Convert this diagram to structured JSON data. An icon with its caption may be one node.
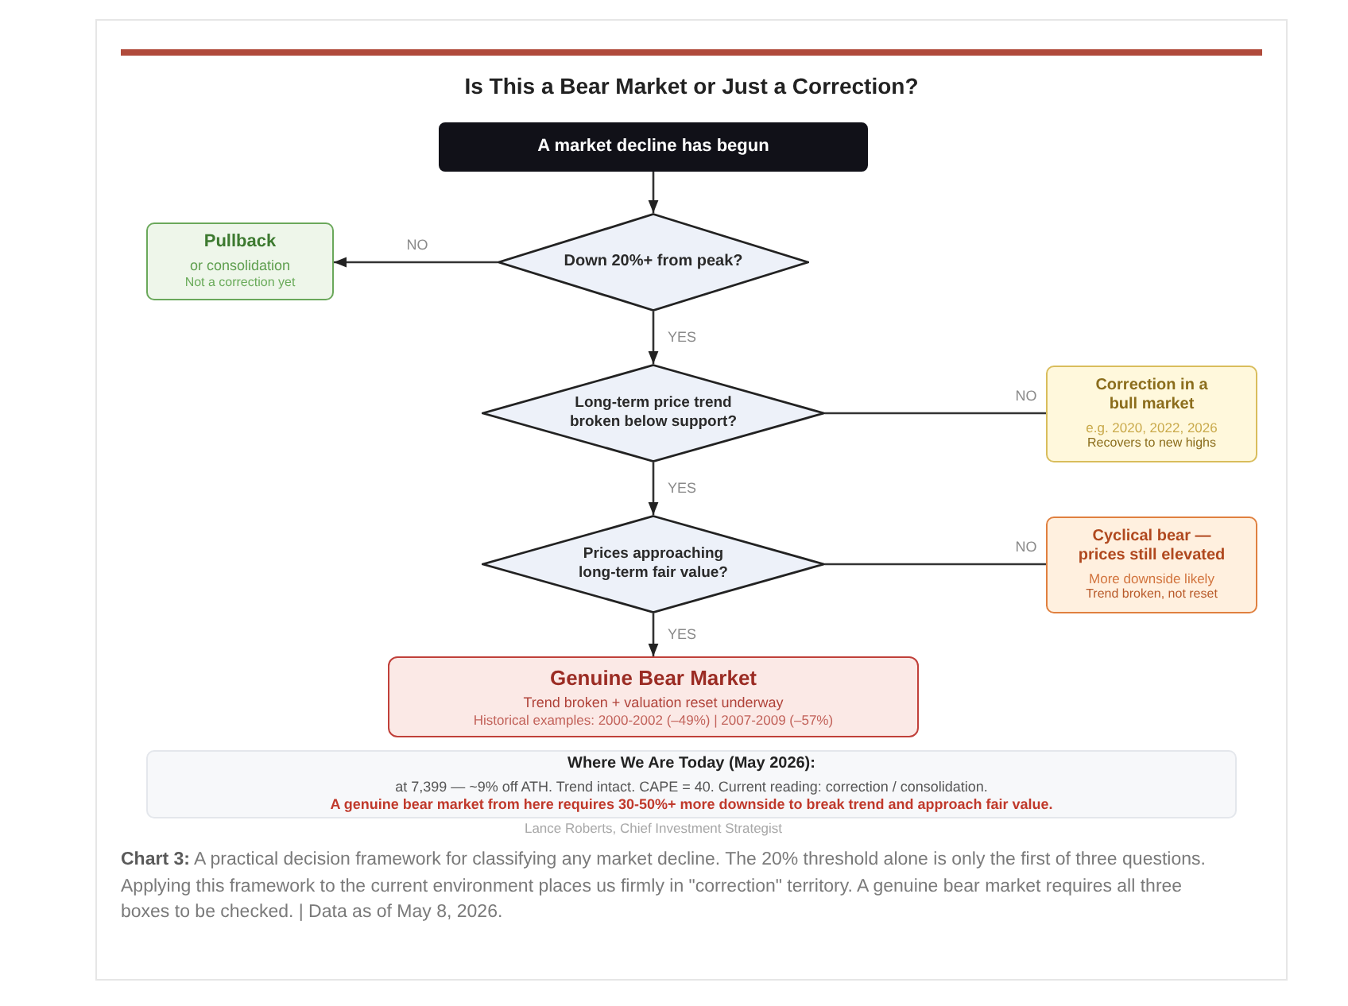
{
  "diagram": {
    "title": "Is This a Bear Market or Just a Correction?",
    "caption": "**Chart 3:** A practical decision framework for classifying any market decline. The 20% threshold alone is only the first of three questions. Applying this framework to the current environment places us firmly in \"correction\" territory. A genuine bear market requires all three boxes to be checked.  |  Data as of May 8, 2026.",
    "nodes": [
      {
        "text": [
          "A market decline has begun"
        ]
      },
      {
        "text": [
          "Down 20%+ from peak?"
        ]
      },
      {
        "text": [
          "Pullback",
          "or consolidation",
          "Not a correction yet"
        ]
      },
      {
        "text": [
          "Long-term price trend broken below support?"
        ]
      },
      {
        "text": [
          "Correction in a bull market",
          "e.g. 2020, 2022, 2026",
          "Recovers to new highs"
        ]
      },
      {
        "text": [
          "Prices approaching long-term fair value?"
        ]
      },
      {
        "text": [
          "Cyclical bear — prices still elevated",
          "More downside likely",
          "Trend broken, not reset"
        ]
      },
      {
        "text": [
          "Genuine Bear Market",
          "Trend broken + valuation reset underway",
          "Historical examples: 2000-2002 (–49%)  |  2007-2009 (–57%)"
        ]
      },
      {
        "text": [
          "Where We Are Today (May 2026):",
          "at 7,399 — ~9% off ATH. Trend intact. CAPE = 40. Current reading: correction / consolidation.",
          "A genuine bear market from here requires 30-50%+ more downside to break trend and approach fair value."
        ],
        "beside": [
          "Lance Roberts, Chief Investment Strategist"
        ]
      }
    ],
    "edges": [
      {
        "from": 0,
        "to": 1,
        "arrow": "to"
      },
      {
        "from": 1,
        "to": 2,
        "arrow": "to",
        "label": "NO"
      },
      {
        "from": 1,
        "to": 3,
        "arrow": "to",
        "label": "YES"
      },
      {
        "from": 3,
        "to": 4,
        "arrow": "none",
        "label": "NO"
      },
      {
        "from": 3,
        "to": 5,
        "arrow": "to",
        "label": "YES"
      },
      {
        "from": 5,
        "to": 6,
        "arrow": "none",
        "label": "NO"
      },
      {
        "from": 5,
        "to": 7,
        "arrow": "to",
        "label": "YES"
      }
    ]
  }
}
